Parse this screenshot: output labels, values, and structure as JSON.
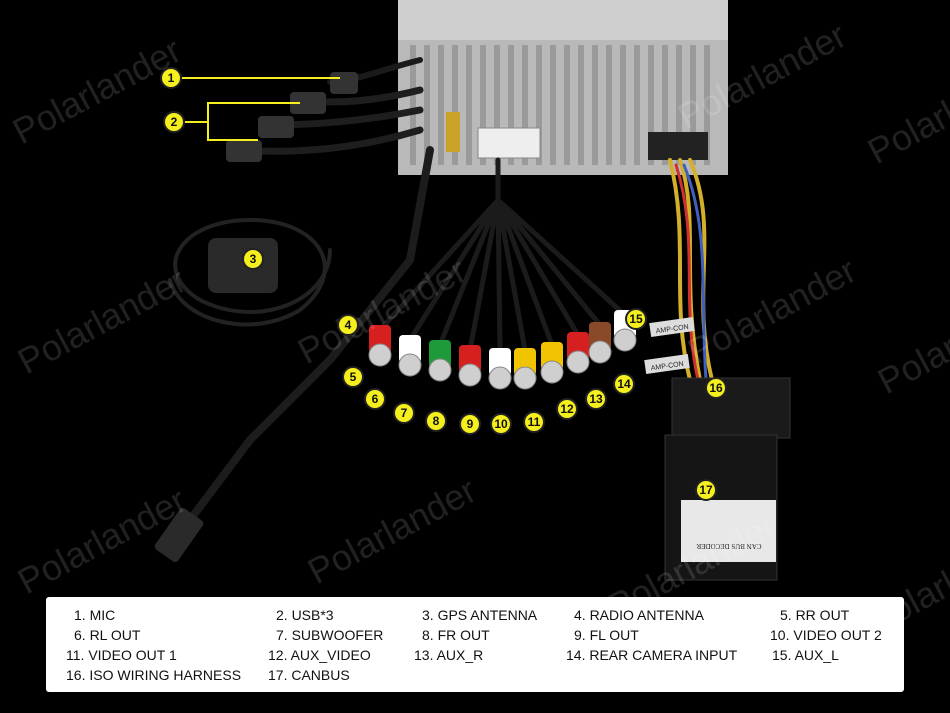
{
  "watermark": "Polarlander",
  "callouts": [
    "1",
    "2",
    "3",
    "4",
    "5",
    "6",
    "7",
    "8",
    "9",
    "10",
    "11",
    "12",
    "13",
    "14",
    "15",
    "16",
    "17"
  ],
  "tags": {
    "amp1": "AMP-CON",
    "amp2": "AMP-CON"
  },
  "decoder_label": "CAN BUS DECODER",
  "legend": [
    "1. MIC",
    "2. USB*3",
    "3. GPS ANTENNA",
    "4. RADIO ANTENNA",
    "5. RR OUT",
    "6. RL OUT",
    "7. SUBWOOFER",
    "8. FR OUT",
    "9. FL OUT",
    "10. VIDEO OUT 2",
    "11. VIDEO OUT 1",
    "12. AUX_VIDEO",
    "13. AUX_R",
    "14. REAR CAMERA INPUT",
    "15. AUX_L",
    "16. ISO WIRING HARNESS",
    "17. CANBUS"
  ],
  "colors": {
    "callout": "#f5ef1e",
    "rca": [
      "#d62020",
      "#ffffff",
      "#1e9a3a",
      "#d62020",
      "#ffffff",
      "#f0c400",
      "#f0c400",
      "#d62020",
      "#8a4a2a",
      "#ffffff"
    ]
  }
}
